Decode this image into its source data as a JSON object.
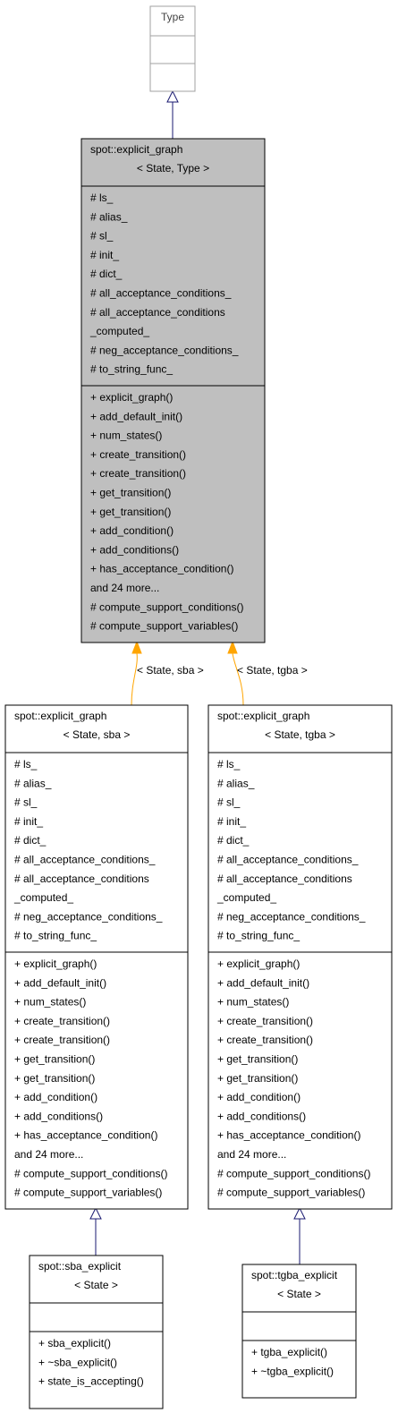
{
  "colors": {
    "inherit_arrow": "#191970",
    "template_arrow": "#ffa500",
    "border": "#000000",
    "type_border": "#a0a0a0",
    "base_fill": "#bfbfbf"
  },
  "type_node": {
    "title": "Type"
  },
  "graph": {
    "title1": "spot::explicit_graph",
    "title2": "< State, Type >",
    "attrs": [
      "# ls_",
      "# alias_",
      "# sl_",
      "# init_",
      "# dict_",
      "# all_acceptance_conditions_",
      "# all_acceptance_conditions",
      "_computed_",
      "# neg_acceptance_conditions_",
      "# to_string_func_"
    ],
    "methods": [
      "+ explicit_graph()",
      "+ add_default_init()",
      "+ num_states()",
      "+ create_transition()",
      "+ create_transition()",
      "+ get_transition()",
      "+ get_transition()",
      "+ add_condition()",
      "+ add_conditions()",
      "+ has_acceptance_condition()",
      "and 24 more...",
      "# compute_support_conditions()",
      "# compute_support_variables()"
    ]
  },
  "edge_labels": {
    "sba": "< State, sba >",
    "tgba": "< State, tgba >"
  },
  "sba_graph": {
    "title1": "spot::explicit_graph",
    "title2": "< State, sba >",
    "attrs": [
      "# ls_",
      "# alias_",
      "# sl_",
      "# init_",
      "# dict_",
      "# all_acceptance_conditions_",
      "# all_acceptance_conditions",
      "_computed_",
      "# neg_acceptance_conditions_",
      "# to_string_func_"
    ],
    "methods": [
      "+ explicit_graph()",
      "+ add_default_init()",
      "+ num_states()",
      "+ create_transition()",
      "+ create_transition()",
      "+ get_transition()",
      "+ get_transition()",
      "+ add_condition()",
      "+ add_conditions()",
      "+ has_acceptance_condition()",
      "and 24 more...",
      "# compute_support_conditions()",
      "# compute_support_variables()"
    ]
  },
  "tgba_graph": {
    "title1": "spot::explicit_graph",
    "title2": "< State, tgba >",
    "attrs": [
      "# ls_",
      "# alias_",
      "# sl_",
      "# init_",
      "# dict_",
      "# all_acceptance_conditions_",
      "# all_acceptance_conditions",
      "_computed_",
      "# neg_acceptance_conditions_",
      "# to_string_func_"
    ],
    "methods": [
      "+ explicit_graph()",
      "+ add_default_init()",
      "+ num_states()",
      "+ create_transition()",
      "+ create_transition()",
      "+ get_transition()",
      "+ get_transition()",
      "+ add_condition()",
      "+ add_conditions()",
      "+ has_acceptance_condition()",
      "and 24 more...",
      "# compute_support_conditions()",
      "# compute_support_variables()"
    ]
  },
  "sba_explicit": {
    "title1": "spot::sba_explicit",
    "title2": "< State >",
    "methods": [
      "+ sba_explicit()",
      "+ ~sba_explicit()",
      "+ state_is_accepting()"
    ]
  },
  "tgba_explicit": {
    "title1": "spot::tgba_explicit",
    "title2": "< State >",
    "methods": [
      "+ tgba_explicit()",
      "+ ~tgba_explicit()"
    ]
  }
}
